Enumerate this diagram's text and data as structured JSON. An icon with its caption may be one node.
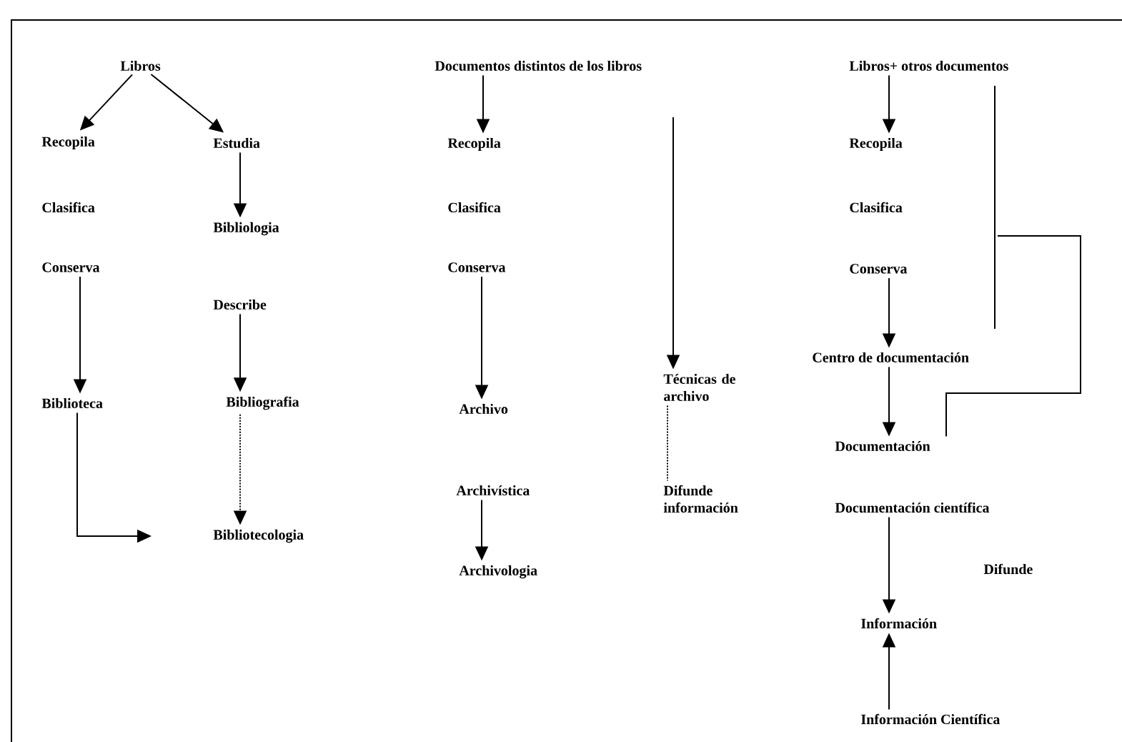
{
  "diagram": {
    "nodes": [
      {
        "text": [
          "Libros"
        ]
      },
      {
        "text": [
          "Recopila"
        ]
      },
      {
        "text": [
          "Estudia"
        ]
      },
      {
        "text": [
          "Clasifica"
        ]
      },
      {
        "text": [
          "Bibliologia"
        ]
      },
      {
        "text": [
          "Conserva"
        ]
      },
      {
        "text": [
          "Describe"
        ]
      },
      {
        "text": [
          "Biblioteca"
        ]
      },
      {
        "text": [
          "Bibliografia"
        ]
      },
      {
        "text": [
          "Bibliotecologia"
        ]
      },
      {
        "text": [
          "Documentos distintos de los libros"
        ]
      },
      {
        "text": [
          "Recopila"
        ]
      },
      {
        "text": [
          "Clasifica"
        ]
      },
      {
        "text": [
          "Conserva"
        ]
      },
      {
        "text": [
          "Archivo"
        ]
      },
      {
        "text": [
          "Archivística"
        ]
      },
      {
        "text": [
          "Archivologia"
        ]
      },
      {
        "text": [
          "Técnicas de archivo"
        ]
      },
      {
        "text": [
          "Difunde información"
        ]
      },
      {
        "text": [
          "Libros+ otros documentos"
        ]
      },
      {
        "text": [
          "Recopila"
        ]
      },
      {
        "text": [
          "Clasifica"
        ]
      },
      {
        "text": [
          "Conserva"
        ]
      },
      {
        "text": [
          "Centro de documentación"
        ]
      },
      {
        "text": [
          "Documentación"
        ]
      },
      {
        "text": [
          "Documentación científica"
        ]
      },
      {
        "text": [
          "Información"
        ]
      },
      {
        "text": [
          "Información Científica"
        ]
      }
    ],
    "edges": [
      {
        "from": 0,
        "to": 1,
        "arrow": "to"
      },
      {
        "from": 0,
        "to": 2,
        "arrow": "to"
      },
      {
        "from": 2,
        "to": 4,
        "arrow": "to"
      },
      {
        "from": 5,
        "to": 7,
        "arrow": "to"
      },
      {
        "from": 6,
        "to": 8,
        "arrow": "to"
      },
      {
        "from": 8,
        "to": 9,
        "arrow": "to",
        "style": "dashed"
      },
      {
        "from": 7,
        "to": 9,
        "arrow": "to"
      },
      {
        "from": 10,
        "to": 11,
        "arrow": "to"
      },
      {
        "from": 13,
        "to": 14,
        "arrow": "to"
      },
      {
        "from": 15,
        "to": 16,
        "arrow": "to"
      },
      {
        "from": null,
        "to": 17,
        "arrow": "to"
      },
      {
        "from": 17,
        "to": 18,
        "arrow": "none",
        "style": "dashed"
      },
      {
        "from": 19,
        "to": 20,
        "arrow": "to"
      },
      {
        "from": 22,
        "to": 23,
        "arrow": "to"
      },
      {
        "from": 23,
        "to": 24,
        "arrow": "to"
      },
      {
        "from": null,
        "to": 24,
        "arrow": "none"
      },
      {
        "from": 25,
        "to": 26,
        "arrow": "to"
      },
      {
        "from": 27,
        "to": 26,
        "arrow": "to"
      }
    ],
    "labels": [
      "Difunde"
    ]
  }
}
